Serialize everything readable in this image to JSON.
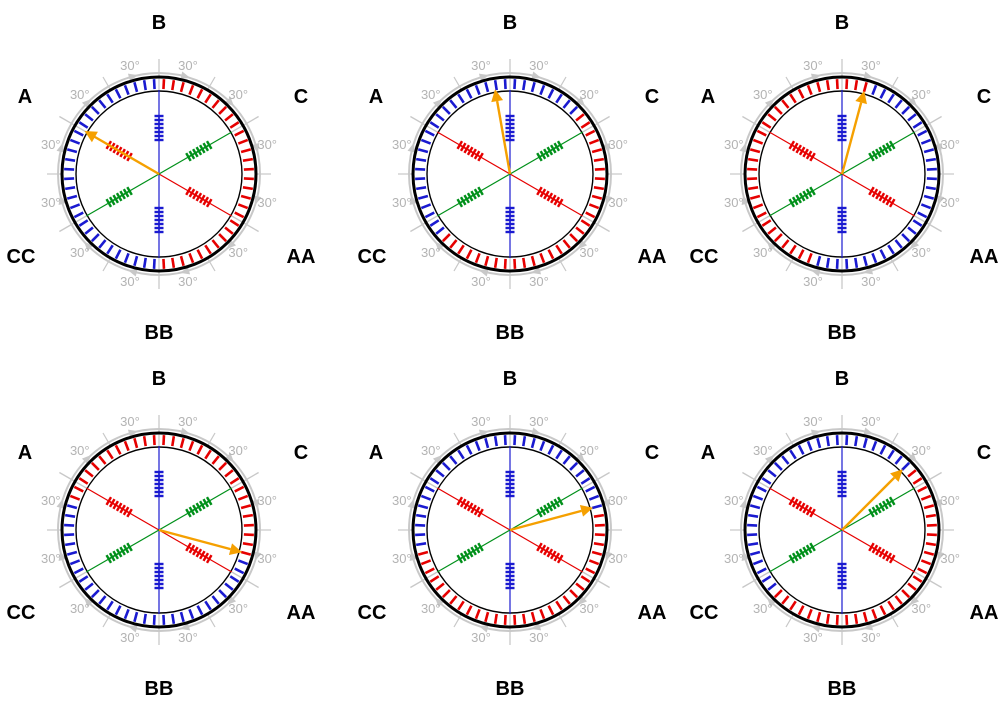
{
  "terminals": {
    "b": "B",
    "bb": "BB",
    "a": "A",
    "aa": "AA",
    "c": "C",
    "cc": "CC"
  },
  "angle_label": "30°",
  "colors": {
    "phase_a": "#e60000",
    "phase_b": "#1a1ad0",
    "phase_c": "#00901a",
    "vector": "#f5a000",
    "ring": "#000000",
    "guide": "#c8c8c8"
  },
  "panels": [
    {
      "vector_angle_deg": 150,
      "blue_sectors": [
        [
          90,
          270
        ]
      ]
    },
    {
      "vector_angle_deg": 100,
      "blue_sectors": [
        [
          40,
          220
        ]
      ]
    },
    {
      "vector_angle_deg": 75,
      "blue_sectors": [
        [
          -105,
          75
        ]
      ]
    },
    {
      "vector_angle_deg": -15,
      "blue_sectors": [
        [
          -195,
          -15
        ]
      ]
    },
    {
      "vector_angle_deg": 15,
      "blue_sectors": [
        [
          15,
          195
        ]
      ]
    },
    {
      "vector_angle_deg": 45,
      "blue_sectors": [
        [
          45,
          225
        ]
      ]
    }
  ]
}
